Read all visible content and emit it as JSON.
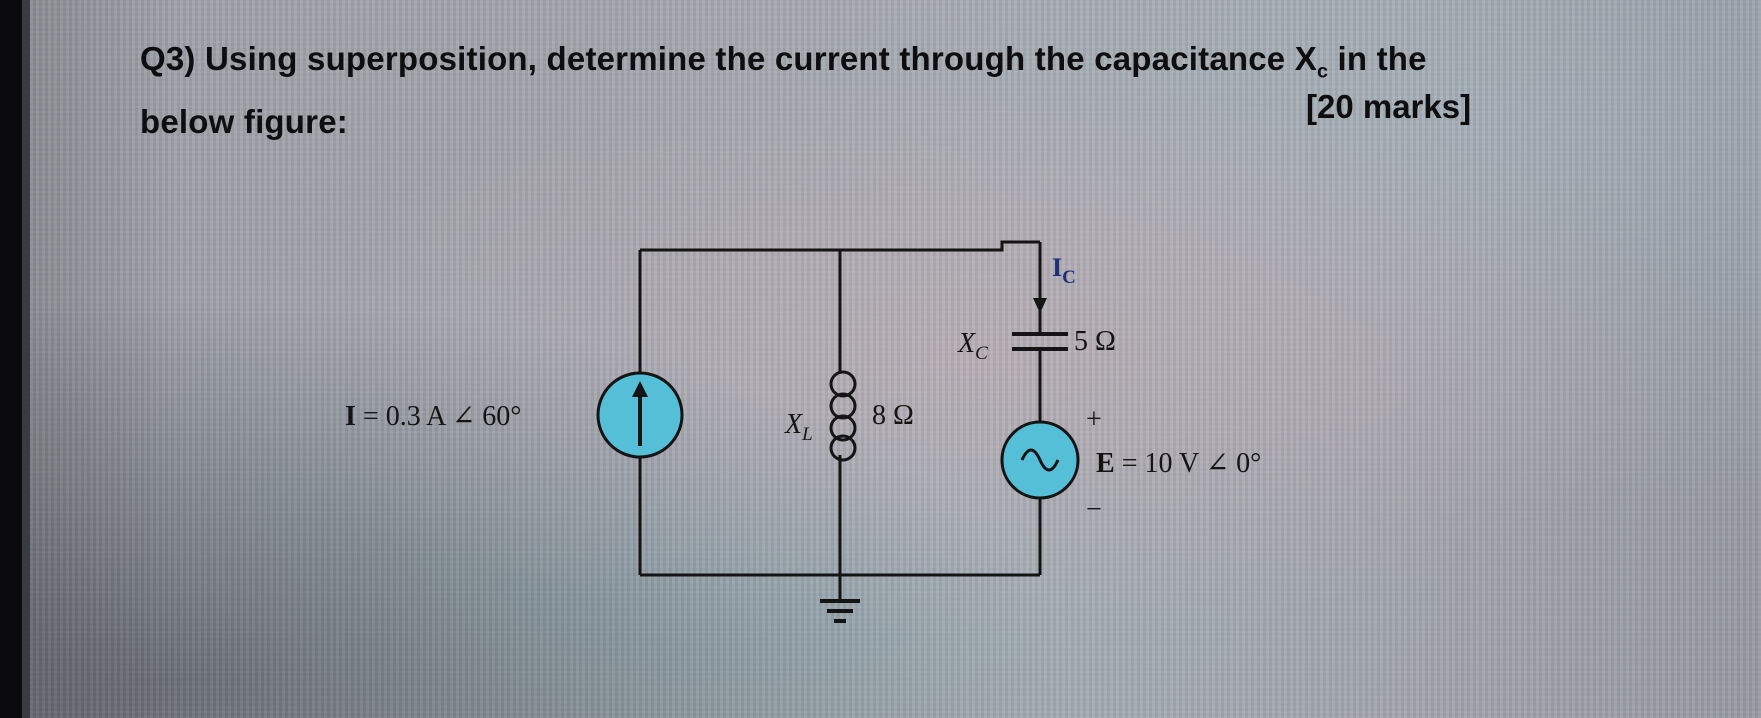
{
  "question": {
    "part1": "Q3) Using superposition, determine the current through the capacitance X",
    "sub": "c",
    "part2": " in the",
    "line2": "below figure:",
    "marks": "[20 marks]"
  },
  "circuit": {
    "source_label_bold": "I",
    "source_label_rest": " =  0.3 A ∠ 60°",
    "inductor_base": "X",
    "inductor_sub": "L",
    "inductor_value": "8 Ω",
    "capacitor_base": "X",
    "capacitor_sub": "C",
    "capacitor_value": "5 Ω",
    "cap_current_base": "I",
    "cap_current_sub": "C",
    "plus_sign": "+",
    "minus_sign": "−",
    "emf_bold": "E",
    "emf_rest": " =  10 V ∠ 0°"
  },
  "colors": {
    "source_fill": "#54bfd6",
    "ink": "#141414",
    "ic_label": "#1c2f7a"
  }
}
